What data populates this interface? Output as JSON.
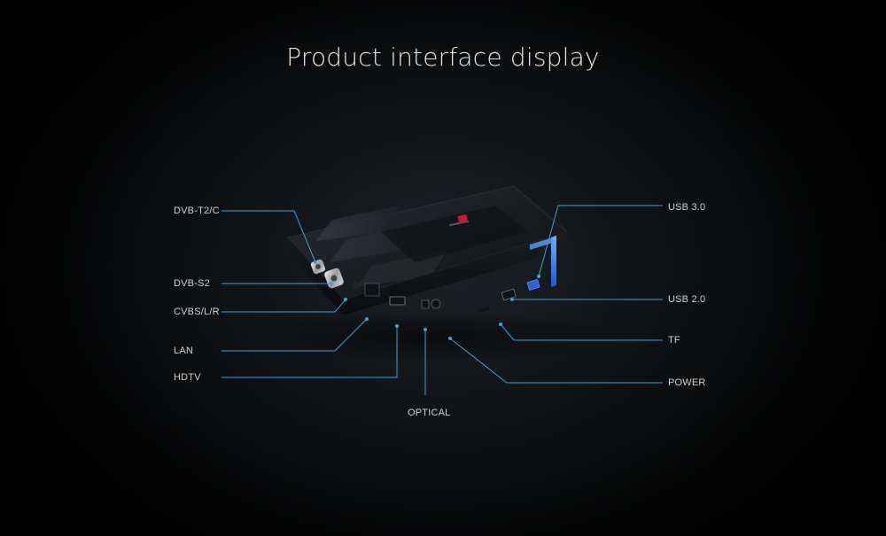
{
  "title": "Product interface display",
  "labels": {
    "dvb_t2c": "DVB-T2/C",
    "dvb_s2": "DVB-S2",
    "cvbs": "CVBS/L/R",
    "lan": "LAN",
    "hdtv": "HDTV",
    "optical": "OPTICAL",
    "usb3": "USB 3.0",
    "usb2": "USB 2.0",
    "tf": "TF",
    "power": "POWER"
  },
  "colors": {
    "background": "#000000",
    "callout_line": "#3aa0d8",
    "accent_blue": "#2f7cff",
    "logo_red": "#d8142a"
  }
}
